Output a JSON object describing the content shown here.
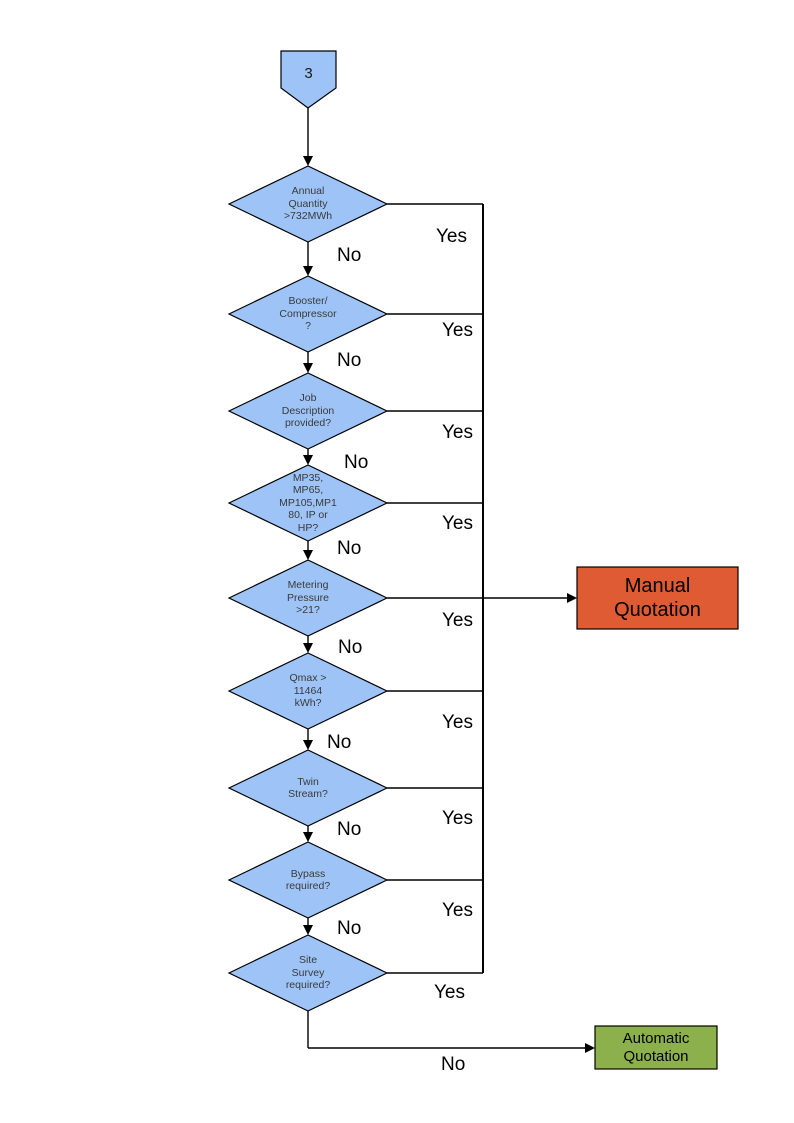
{
  "diagram": {
    "node_fill": "#9dc3f7",
    "connector": {
      "label": "3"
    },
    "decisions": [
      {
        "label": "Annual\nQuantity\n>732MWh",
        "yes": "Yes",
        "no": "No"
      },
      {
        "label": "Booster/\nCompressor\n?",
        "yes": "Yes",
        "no": "No"
      },
      {
        "label": "Job\nDescription\nprovided?",
        "yes": "Yes",
        "no": "No"
      },
      {
        "label": "MP35,\nMP65,\nMP105,MP1\n80, IP or\nHP?",
        "yes": "Yes",
        "no": "No"
      },
      {
        "label": "Metering\nPressure\n>21?",
        "yes": "Yes",
        "no": "No"
      },
      {
        "label": "Qmax >\n11464\nkWh?",
        "yes": "Yes",
        "no": "No"
      },
      {
        "label": "Twin\nStream?",
        "yes": "Yes",
        "no": "No"
      },
      {
        "label": "Bypass\nrequired?",
        "yes": "Yes",
        "no": "No"
      },
      {
        "label": "Site\nSurvey\nrequired?",
        "yes": "Yes",
        "no": "No"
      }
    ],
    "terminals": {
      "manual": {
        "label": "Manual\nQuotation",
        "color": "#df5b33"
      },
      "automatic": {
        "label": "Automatic\nQuotation",
        "color": "#8cb04c"
      }
    }
  }
}
